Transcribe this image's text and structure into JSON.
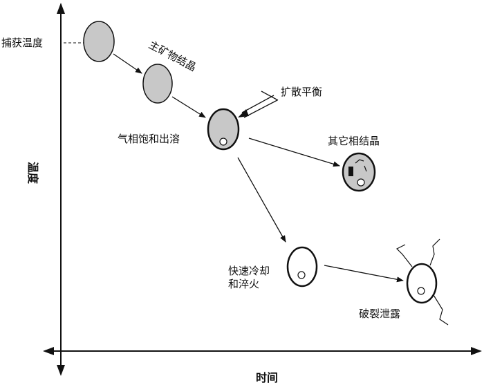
{
  "axes": {
    "x_label": "时间",
    "y_label": "温度"
  },
  "labels": {
    "capture_temp": "捕获温度",
    "host_crystallization": "主矿物结晶",
    "diffusion_equilibrium": "扩散平衡",
    "vapor_saturation": "气相饱和出溶",
    "other_phase": "其它相结晶",
    "rapid_cooling_line1": "快速冷却",
    "rapid_cooling_line2": "和淬火",
    "rupture_leakage": "破裂泄露"
  },
  "colors": {
    "ink": "#111111",
    "fill_gray": "#c8c8c8",
    "fill_white": "#ffffff"
  }
}
